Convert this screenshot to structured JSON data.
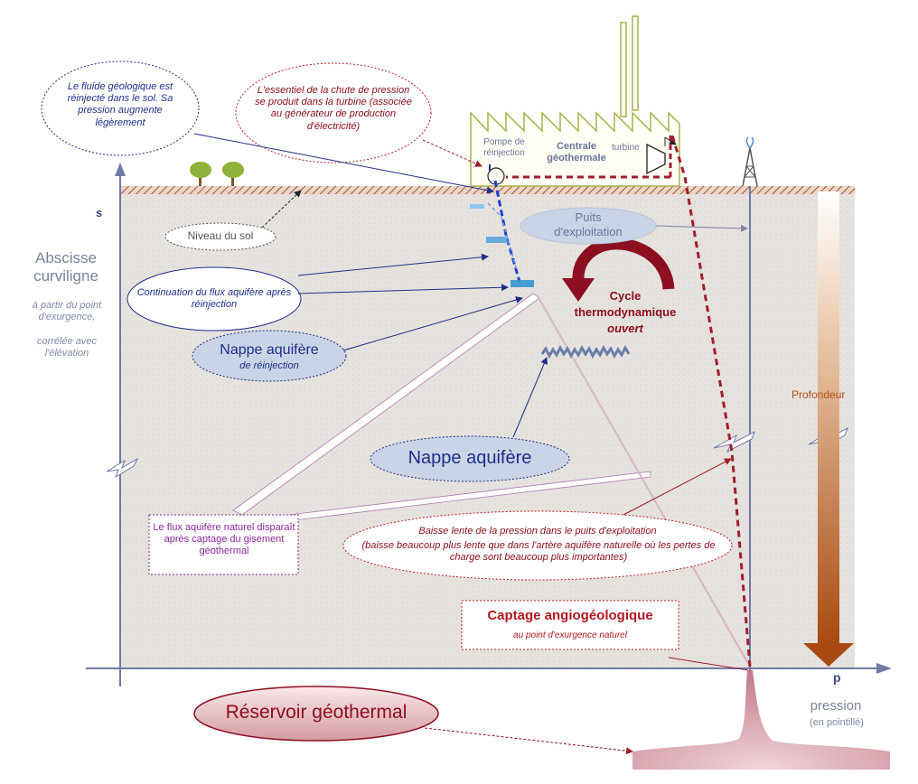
{
  "axes": {
    "s_label": "s",
    "p_label": "p",
    "abscisse_title": "Abscisse curviligne",
    "abscisse_sub1": "à partir du point d'exurgence,",
    "abscisse_sub2": "corrélée avec l'élévation",
    "pression_title": "pression",
    "pression_sub": "(en pointillé)",
    "profondeur": "Profondeur"
  },
  "callouts": {
    "fluide_reinjecte": "Le fluide géologique est réinjecté dans le sol. Sa pression augmente légèrement",
    "chute_pression": "L'essentiel de la chute de pression se produit dans la turbine (associée au générateur de production d'électricité)",
    "niveau_sol": "Niveau du sol",
    "continuation_flux": "Continuation du flux aquifère après réinjection",
    "nappe_reinjection_title": "Nappe aquifère",
    "nappe_reinjection_sub": "de réinjection",
    "nappe_aquifere": "Nappe aquifère",
    "puits_exploitation": "Puits d'exploitation",
    "flux_disparait": "Le flux aquifère naturel disparaît après captage du gisement géothermal",
    "baisse_lente_1": "Baisse lente de la pression dans le puits d'exploitation",
    "baisse_lente_2": "(baisse beaucoup plus lente que dans l'artère aquifère naturelle où les pertes de charge sont beaucoup plus importantes)",
    "captage_title": "Captage angiogéologique",
    "captage_sub": "au point d'exurgence naturel",
    "reservoir": "Réservoir géothermal"
  },
  "plant": {
    "pompe": "Pompe de réinjection",
    "centrale": "Centrale géothermale",
    "turbine": "turbine"
  },
  "cycle": {
    "line1": "Cycle",
    "line2": "thermodynamique",
    "line3": "ouvert"
  },
  "colors": {
    "navy": "#1f2f8a",
    "dark_red": "#8c1020",
    "purple": "#8b2a9a",
    "brown": "#b5541b",
    "ground_fill": "#e8e4e0",
    "axis": "#6f7aa8"
  }
}
